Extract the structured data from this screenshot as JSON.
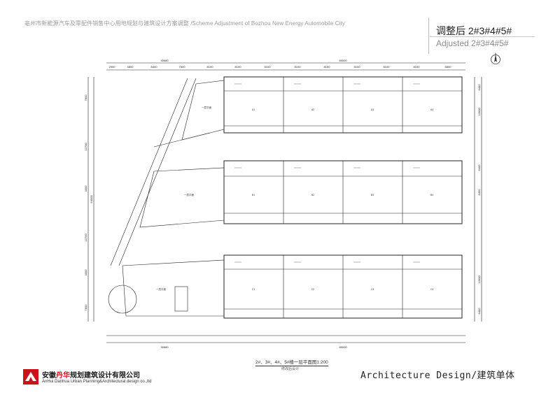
{
  "header": {
    "project_text": "亳州市新能源汽车及零配件销售中心用地规划与建筑设计方案调整 /Scheme Adjustment of Bozhou New Energy Automobile City"
  },
  "title": {
    "cn": "调整后 2#3#4#5#",
    "en": "Adjusted 2#3#4#5#"
  },
  "plan": {
    "caption": "2#、3#、4#、5#楼一层平面图1:200",
    "scale_note": "修改后设计",
    "dims_top": [
      "2900",
      "4800",
      "8400",
      "7500",
      "8100",
      "8100",
      "8100",
      "8100",
      "8100",
      "8100",
      "8100",
      "8100",
      "6800"
    ],
    "dim_total_left": "30680",
    "dim_total_right": "65000",
    "dims_left": [
      "7800",
      "12700",
      "4000",
      "12700",
      "4000",
      "7800"
    ],
    "dim_total_vertical": "64000",
    "dims_right": [
      "6400",
      "13000",
      "6400",
      "8400",
      "13000",
      "6400"
    ],
    "wings": [
      "一层平面",
      "一层平面",
      "一层平面"
    ],
    "shops": [
      "A1",
      "A2",
      "A3",
      "A4",
      "B1",
      "B2",
      "B3",
      "B4",
      "C1",
      "C2",
      "C3",
      "C4"
    ]
  },
  "footer": {
    "company_cn_prefix": "安徽",
    "company_cn_accent": "丹华",
    "company_cn_suffix": "规划建筑设计有限公司",
    "company_en": "AnHui Danhua Urban Planning&Architectural design co.,ltd",
    "right_label": "Architecture Design/建筑单体"
  }
}
